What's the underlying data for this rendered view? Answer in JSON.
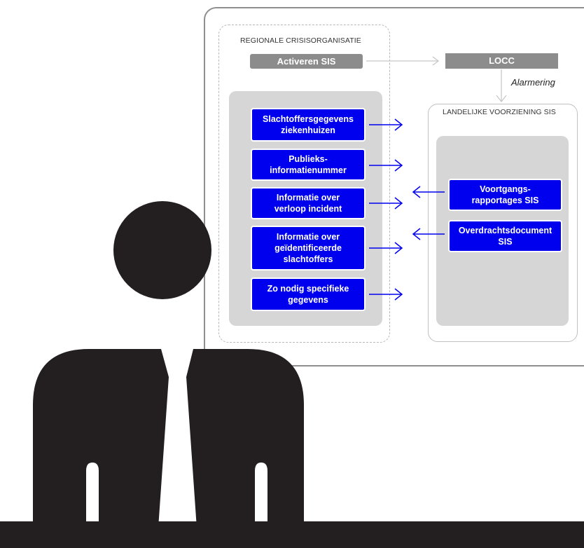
{
  "regional": {
    "title": "REGIONALE CRISISORGANISATIE",
    "activate_label": "Activeren SIS",
    "items": [
      "Slachtoffersgegevens\nziekenhuizen",
      "Publieks-\ninformatienummer",
      "Informatie over\nverloop incident",
      "Informatie over\ngeïdentificeerde\nslachtoffers",
      "Zo nodig specifieke\ngegevens"
    ]
  },
  "locc": {
    "label": "LOCC",
    "alarm_label": "Alarmering"
  },
  "national": {
    "title": "LANDELIJKE VOORZIENING SIS",
    "items": [
      "Voortgangs-\nrapportages SIS",
      "Overdrachtsdocument\nSIS"
    ]
  },
  "colors": {
    "blue": "#0000ee",
    "gray_pill": "#8c8c8c",
    "panel_gray": "#d6d6d6",
    "silhouette": "#231f20",
    "arrow_gray": "#c8c8c8"
  },
  "icons": {
    "person": "person-silhouette-icon"
  }
}
